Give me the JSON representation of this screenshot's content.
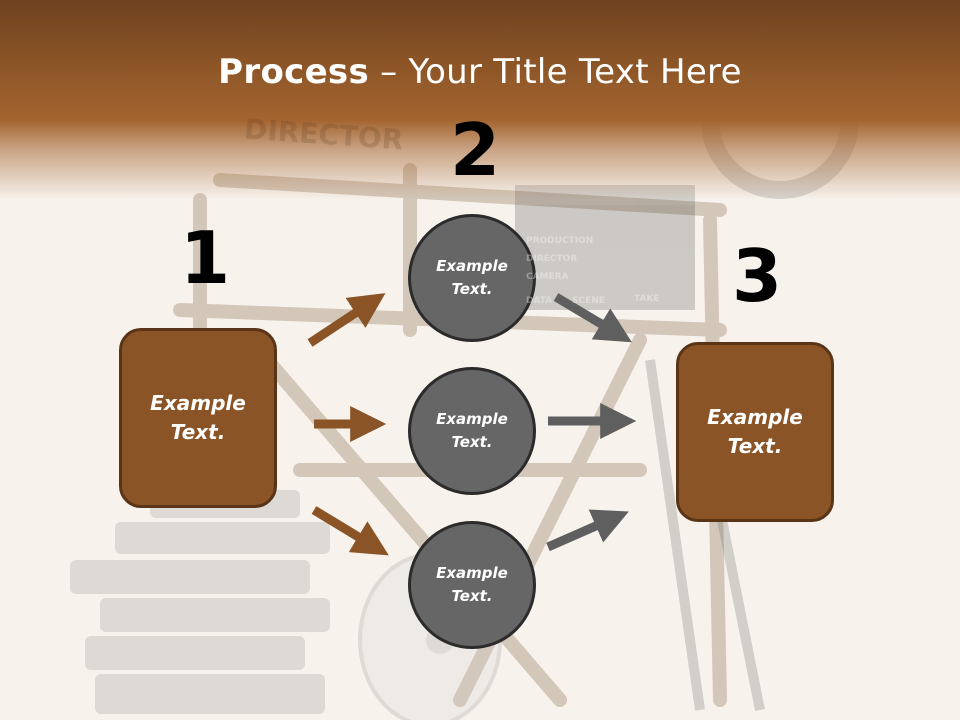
{
  "title": {
    "bold": "Process",
    "rest": " – Your Title Text Here"
  },
  "steps": [
    {
      "number": "1",
      "box_text": [
        "Example",
        "Text."
      ]
    },
    {
      "number": "2"
    },
    {
      "number": "3",
      "box_text": [
        "Example",
        "Text."
      ]
    }
  ],
  "circles": [
    {
      "text": [
        "Example",
        "Text."
      ]
    },
    {
      "text": [
        "Example",
        "Text."
      ]
    },
    {
      "text": [
        "Example",
        "Text."
      ]
    }
  ],
  "background_labels": [
    "DIRECTOR",
    "PRODUCTION",
    "DIRECTOR",
    "CAMERA",
    "DATA",
    "SCENE",
    "TAKE"
  ],
  "colors": {
    "brown": "#8a5426",
    "brown_border": "#5a3417",
    "gray": "#666666",
    "arrow_brown": "#8a5426",
    "arrow_gray": "#5f5f5f"
  }
}
